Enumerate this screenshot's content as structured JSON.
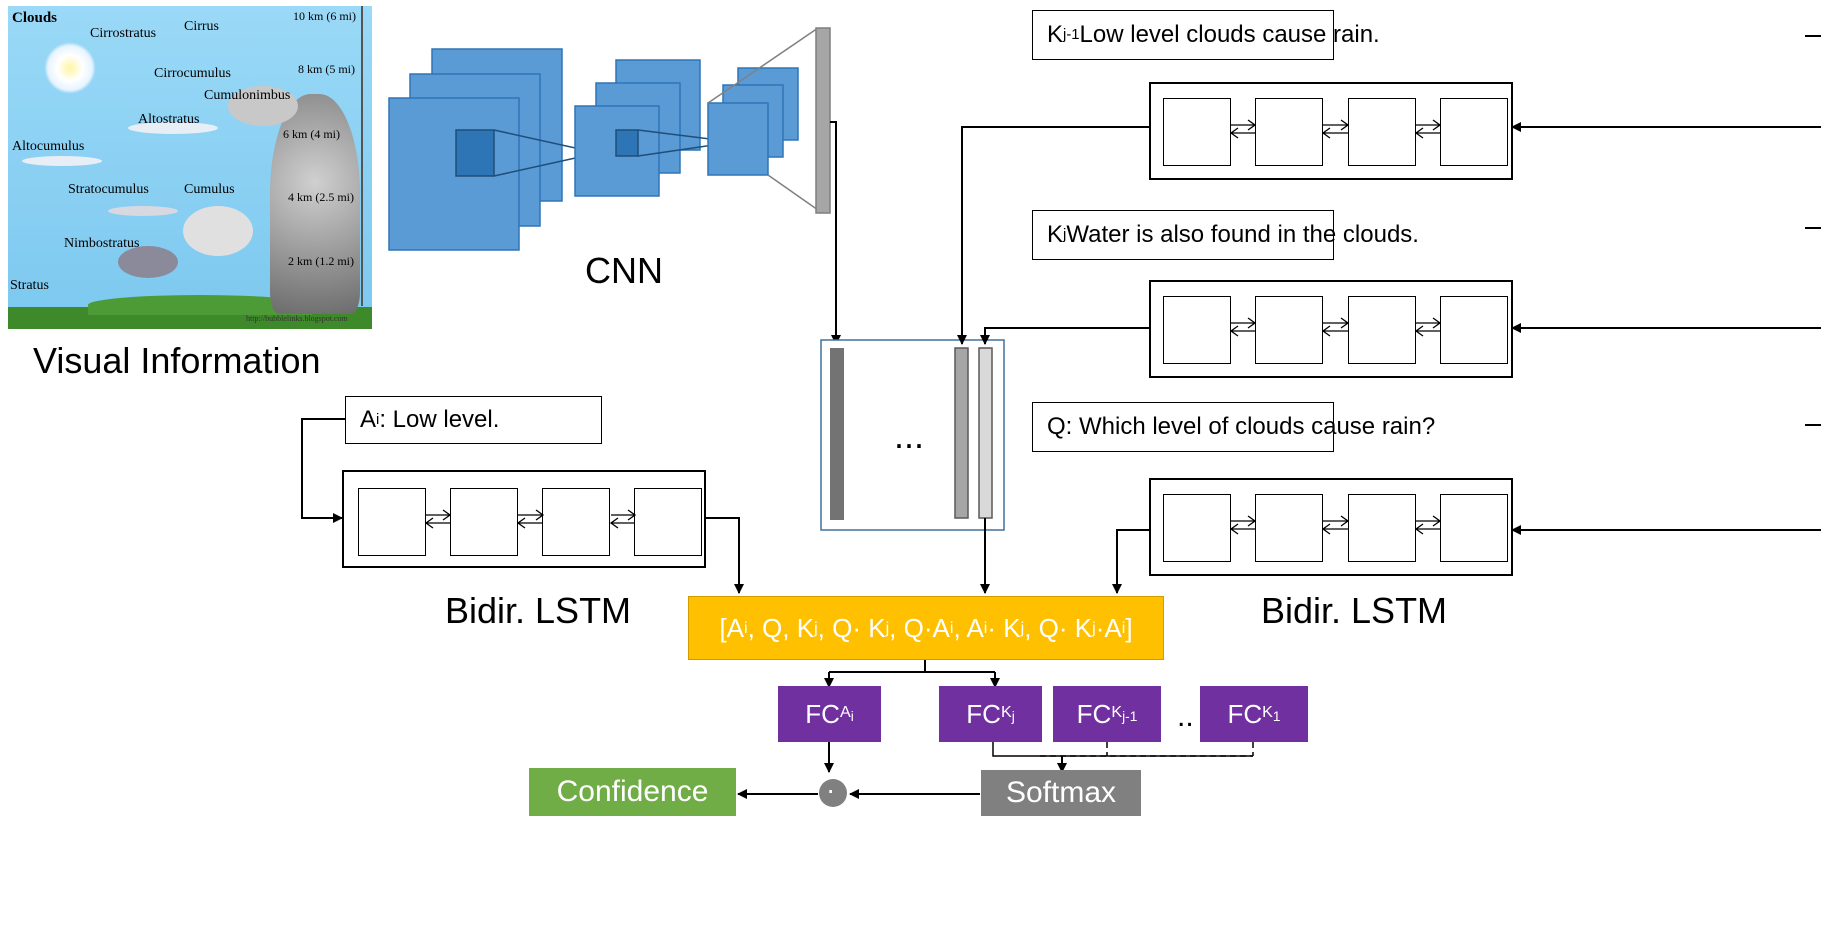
{
  "picture": {
    "title": "Clouds",
    "cloud_types": [
      "Cirrostratus",
      "Cirrus",
      "Cirrocumulus",
      "Cumulonimbus",
      "Altostratus",
      "Altocumulus",
      "Stratocumulus",
      "Cumulus",
      "Nimbostratus",
      "Stratus"
    ],
    "altitudes": [
      "10 km (6 mi)",
      "8 km (5 mi)",
      "6 km (4 mi)",
      "4 km (2.5 mi)",
      "2 km (1.2 mi)"
    ],
    "credit": "http://bubblelinks.blogspot.com"
  },
  "labels": {
    "visual_information": "Visual Information",
    "cnn": "CNN",
    "ellipsis": "...",
    "bidir_lstm_left": "Bidir. LSTM",
    "bidir_lstm_right": "Bidir. LSTM",
    "dots": ".."
  },
  "text_inputs": {
    "kj1": {
      "symbol": "K",
      "sub": "j-1",
      "text": " Low level clouds cause rain."
    },
    "kj": {
      "symbol": "K",
      "sub": "j",
      "text": " Water is also found in the clouds."
    },
    "q": {
      "text": "Q: Which level of clouds cause rain?"
    },
    "ai": {
      "symbol": "A",
      "sub": "i",
      "text": ": Low level."
    }
  },
  "concat": {
    "parts": [
      {
        "t": "[A",
        "s": "i"
      },
      {
        "t": ", Q, K",
        "s": "j"
      },
      {
        "t": ", Q· K",
        "s": "j"
      },
      {
        "t": ", Q·A",
        "s": "i"
      },
      {
        "t": ", A",
        "s": "i"
      },
      {
        "t": "· K",
        "s": "j"
      },
      {
        "t": ", Q· K",
        "s": "j"
      },
      {
        "t": "·A",
        "s": "i"
      },
      {
        "t": "]",
        "s": ""
      }
    ]
  },
  "fc_layers": [
    {
      "base": "FC",
      "sub": "A",
      "subsub": "i"
    },
    {
      "base": "FC",
      "sub": "K",
      "subsub": "j"
    },
    {
      "base": "FC",
      "sub": "K",
      "subsub": "j-1"
    },
    {
      "base": "FC",
      "sub": "K",
      "subsub": "1"
    }
  ],
  "outputs": {
    "confidence": "Confidence",
    "softmax": "Softmax",
    "product": "·"
  },
  "colors": {
    "cnn_blue": "#5b9bd5",
    "cnn_dark_blue": "#2e75b6",
    "concat_yellow": "#ffc000",
    "fc_purple": "#7030a0",
    "confidence_green": "#70ad47",
    "softmax_grey": "#808080",
    "sky_blue": "#8fd3f5"
  }
}
